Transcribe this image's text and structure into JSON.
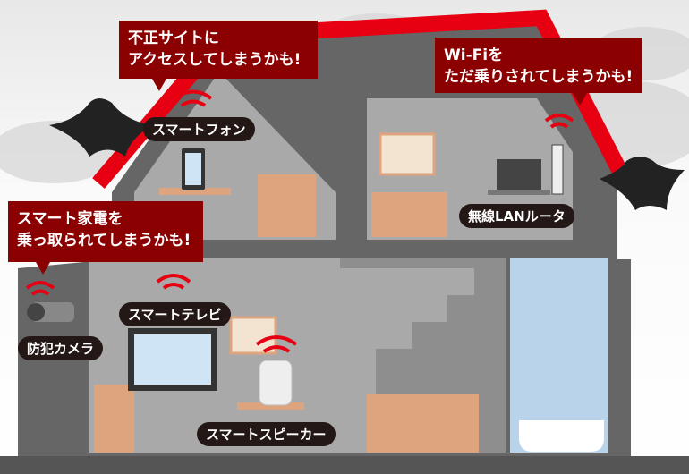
{
  "callouts": {
    "phishing": {
      "line1": "不正サイトに",
      "line2": "アクセスしてしまうかも!"
    },
    "wifi": {
      "line1": "Wi-Fiを",
      "line2": "ただ乗りされてしまうかも!"
    },
    "appliance": {
      "line1": "スマート家電を",
      "line2": "乗っ取られてしまうかも!"
    }
  },
  "devices": {
    "smartphone": "スマートフォン",
    "router": "無線LANルータ",
    "tv": "スマートテレビ",
    "camera": "防犯カメラ",
    "speaker": "スマートスピーカー"
  },
  "colors": {
    "roof": "#e60012",
    "callout": "#8b0000",
    "wall": "#666666",
    "room": "#a9a9a9",
    "furniture": "#dea47e",
    "bath": "#b9d3ea"
  }
}
